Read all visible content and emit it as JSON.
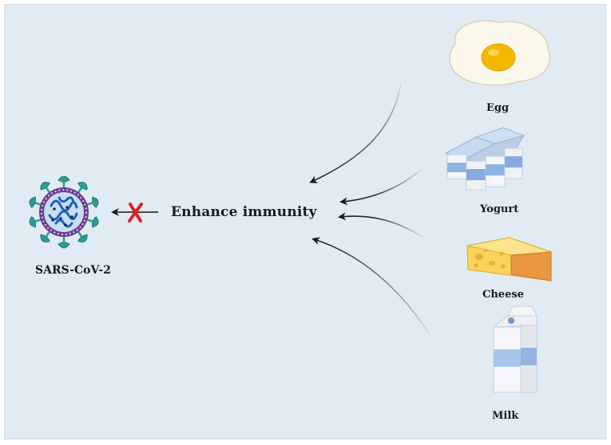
{
  "center": {
    "label": "Enhance immunity"
  },
  "virus": {
    "label": "SARS-CoV-2"
  },
  "foods": [
    {
      "id": "egg",
      "label": "Egg"
    },
    {
      "id": "yogurt",
      "label": "Yogurt"
    },
    {
      "id": "cheese",
      "label": "Cheese"
    },
    {
      "id": "milk",
      "label": "Milk"
    }
  ],
  "colors": {
    "background": "#e1ebf3",
    "virus_spike": "#2b9e92",
    "virus_envelope": "#6a3d8f",
    "blocked_mark": "#e02020",
    "arrow": "#1a1a1a"
  }
}
